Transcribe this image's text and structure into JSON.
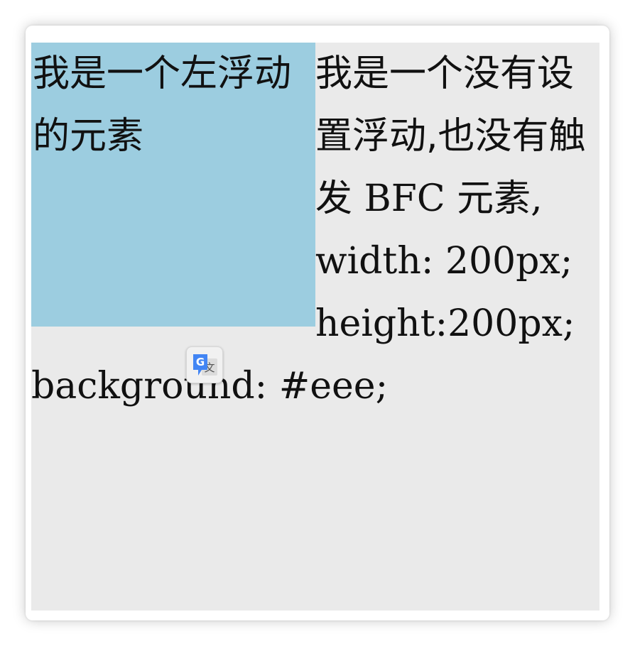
{
  "page": {
    "float_box_text": "我是一个左浮动的元素",
    "flow_text_cjk_1": "我是一个没有设置浮动,也没有触发",
    "flow_text_latin_1": " BFC ",
    "flow_text_cjk_2": "元素",
    "flow_text_latin_2": ", width: 200px; height:200px; background: #eee;"
  },
  "overlay": {
    "translate_icon": "google-translate-icon",
    "translate_glyph": "文",
    "translate_letter": "G"
  },
  "colors": {
    "float_background": "#9ccde0",
    "container_background": "#eaeaea",
    "translate_blue": "#4285f4"
  }
}
